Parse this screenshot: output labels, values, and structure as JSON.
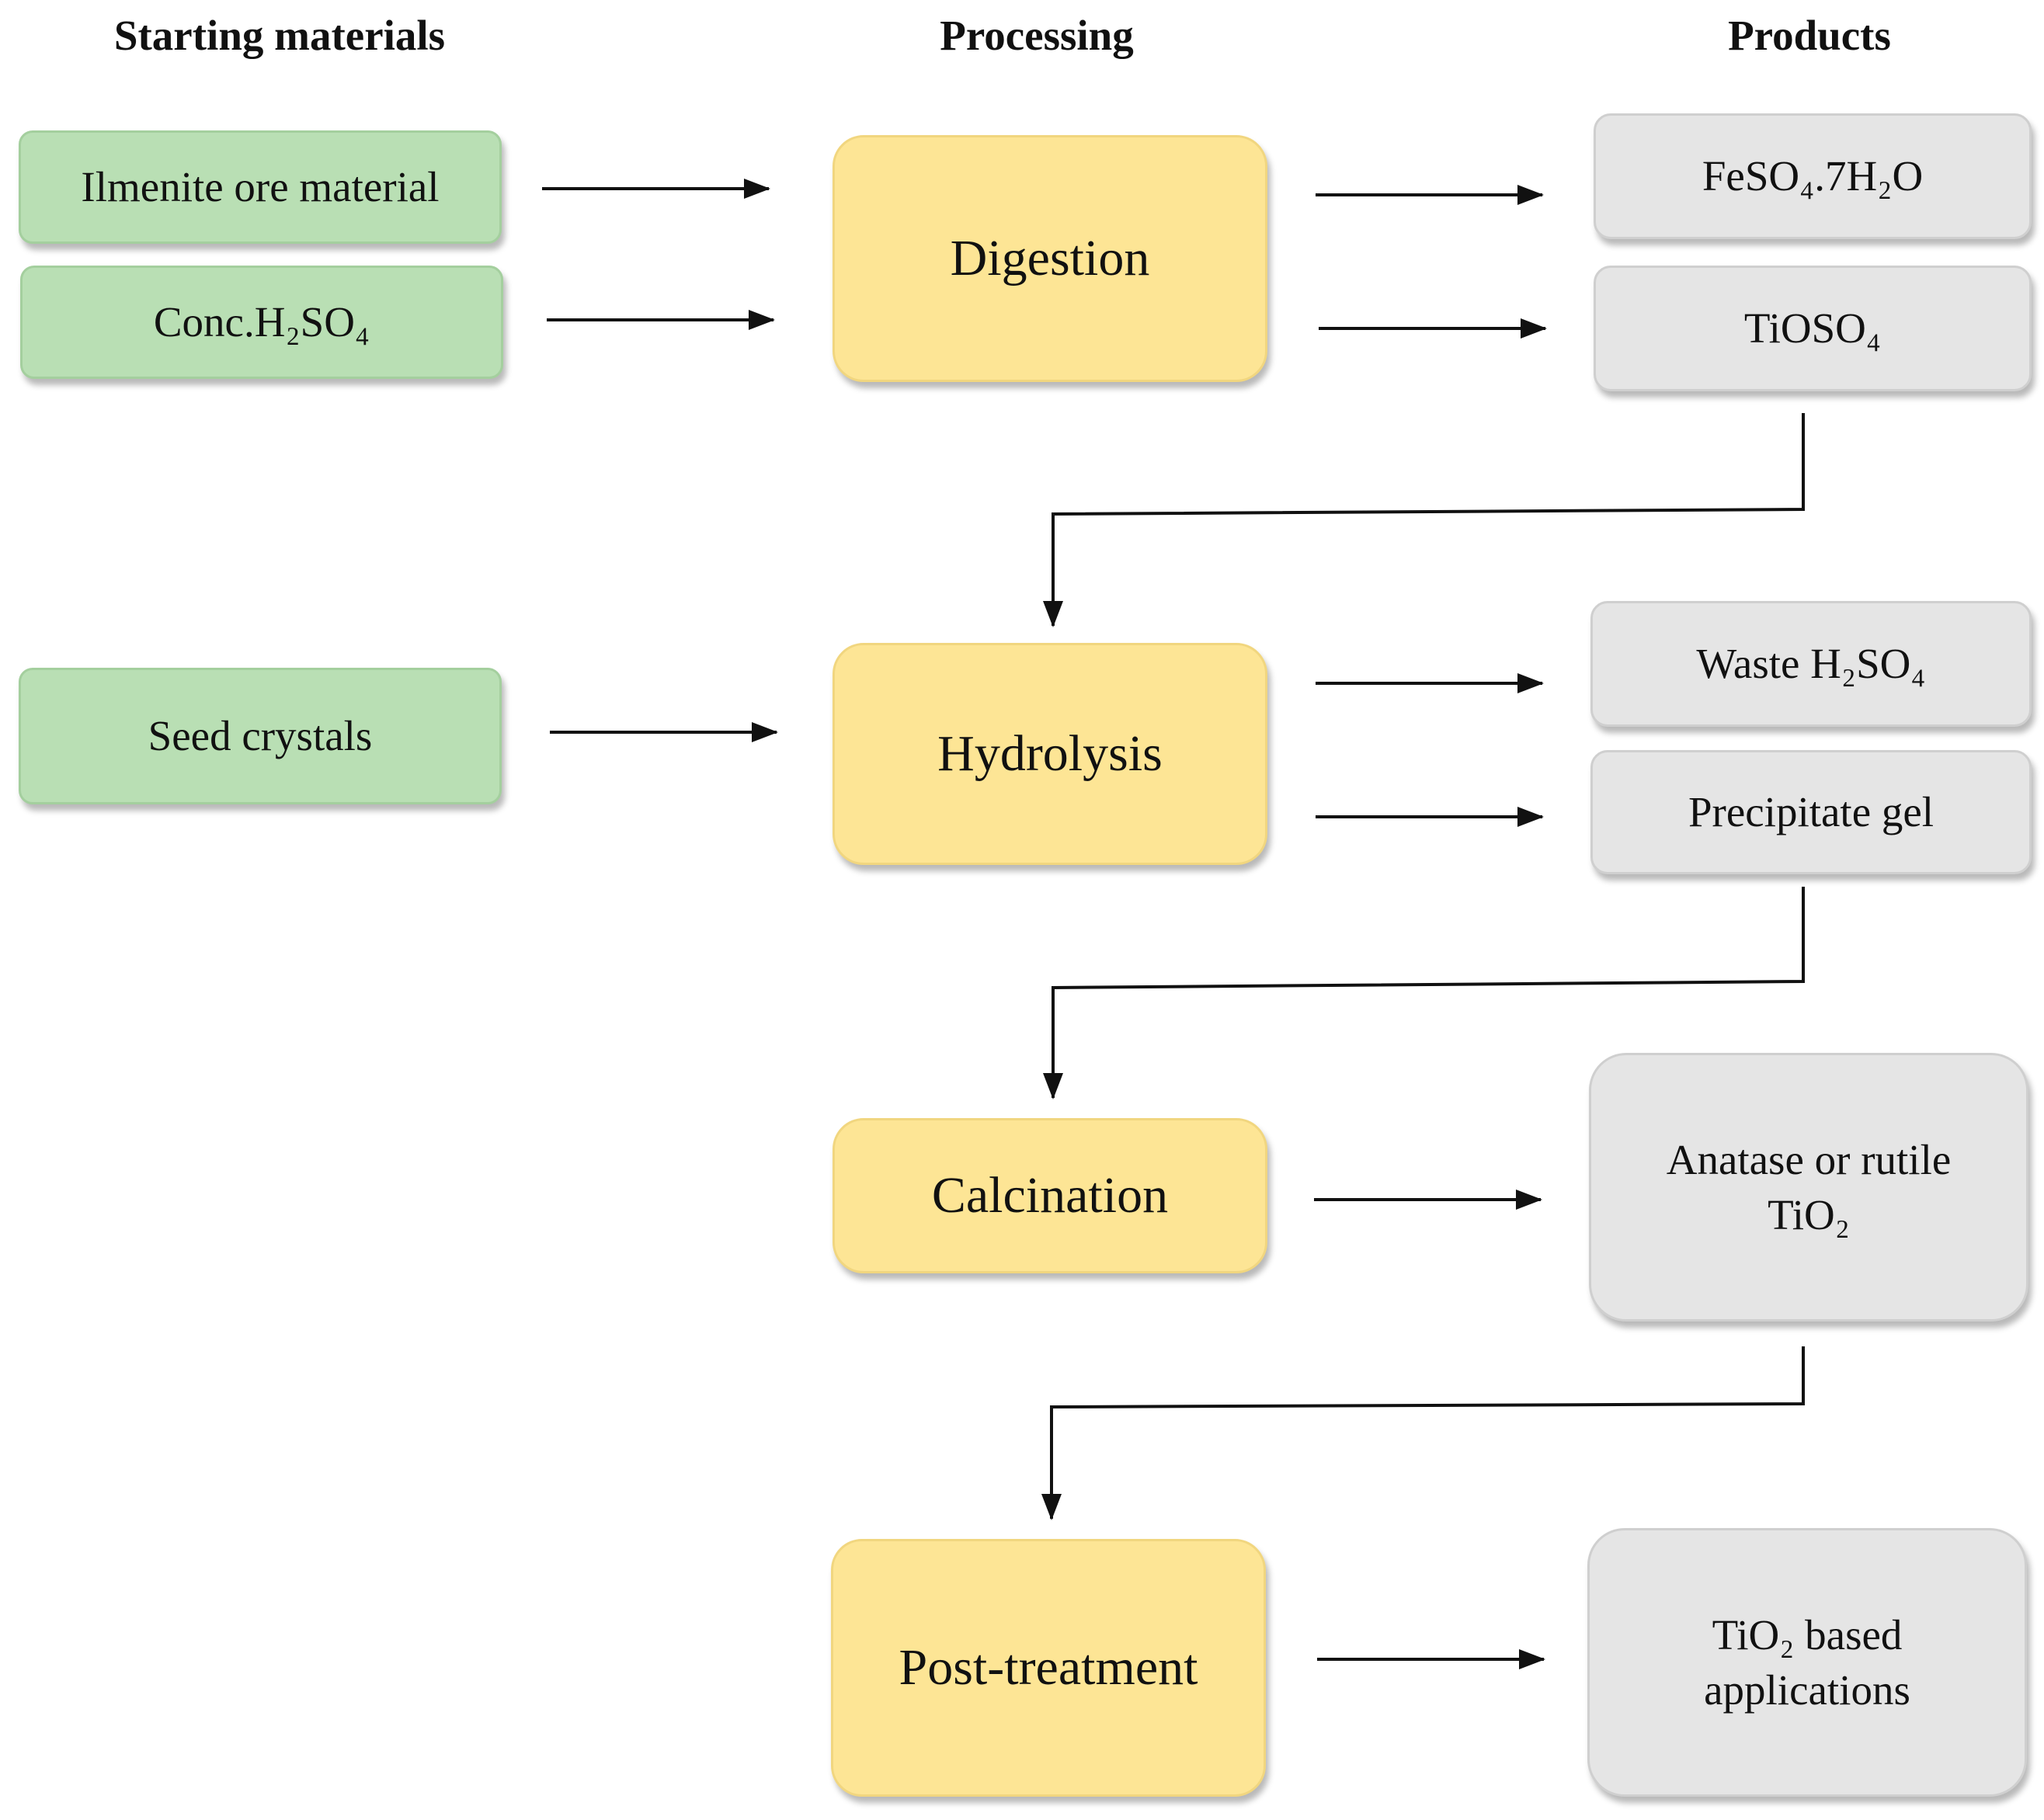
{
  "headers": {
    "starting": "Starting materials",
    "processing": "Processing",
    "products": "Products"
  },
  "inputs": {
    "ilmenite": "Ilmenite ore material",
    "conc_h2so4": "Conc.H₂SO₄",
    "seed": "Seed crystals"
  },
  "processes": {
    "digestion": "Digestion",
    "hydrolysis": "Hydrolysis",
    "calcination": "Calcination",
    "post_treatment": "Post-treatment"
  },
  "products": {
    "feso4": "FeSO₄.7H₂O",
    "tioso4": "TiOSO₄",
    "waste_h2so4": "Waste H₂SO₄",
    "precipitate": "Precipitate gel",
    "tio2_line1": "Anatase or rutile",
    "tio2_line2": "TiO₂",
    "apps_line1": "TiO₂ based",
    "apps_line2": "applications"
  },
  "colors": {
    "starting_fill": "#b9dfb4",
    "process_fill": "#fde595",
    "product_fill": "#e5e5e5",
    "arrow": "#111111"
  }
}
